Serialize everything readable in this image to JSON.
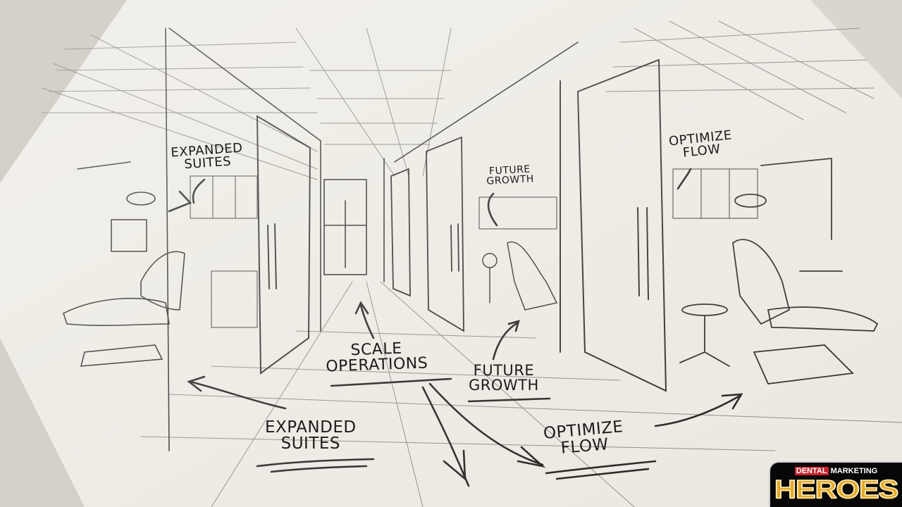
{
  "scene": {
    "description": "Pencil sketch of a dental office corridor with glass-door treatment suites and handwritten annotations",
    "colors": {
      "paper": "#ebe8e0",
      "ink": "#1d1c1a",
      "shadow": "#b9b4aa",
      "logo_bg": "#070707",
      "logo_red": "#c8202e",
      "logo_gold": "#e7a92a"
    }
  },
  "annotations": {
    "expanded_suites_top": {
      "line1": "Expanded",
      "line2": "Suites"
    },
    "future_growth_top": {
      "line1": "Future",
      "line2": "Growth"
    },
    "optimize_flow_top": {
      "line1": "Optimize",
      "line2": "Flow"
    },
    "scale_operations": {
      "line1": "Scale",
      "line2": "Operations"
    },
    "future_growth_bottom": {
      "line1": "Future",
      "line2": "Growth"
    },
    "expanded_suites_bottom": {
      "line1": "Expanded",
      "line2": "Suites"
    },
    "optimize_flow_bottom": {
      "line1": "Optimize",
      "line2": "Flow"
    }
  },
  "logo": {
    "tag": "DENTAL",
    "subtitle": "MARKETING",
    "title": "HEROES"
  }
}
